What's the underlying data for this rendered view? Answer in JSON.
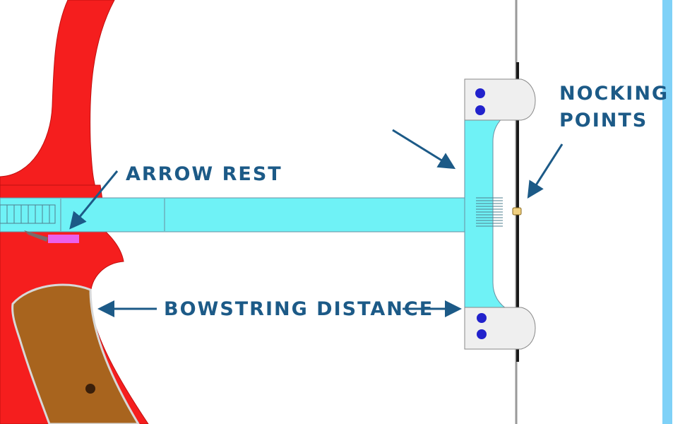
{
  "labels": {
    "arrow_rest": "ARROW REST",
    "nocking_line1": "NOCKING",
    "nocking_line2": "POINTS",
    "bowstring_distance": "BOWSTRING DISTANCE"
  },
  "colors": {
    "label_text": "#1c5a87",
    "arrow": "#1c5a87",
    "bow_riser": "#f51e1e",
    "grip": "#a8641e",
    "gauge": "#6ff2f6",
    "gauge_outline": "#6a8fa0",
    "clip": "#efefef",
    "dot": "#2222cc",
    "bowstring": "#1a1a1a",
    "arrow_rest_pad": "#ec5fec",
    "right_bar": "#7fd1f7",
    "brass_nock": "#f0d080"
  }
}
